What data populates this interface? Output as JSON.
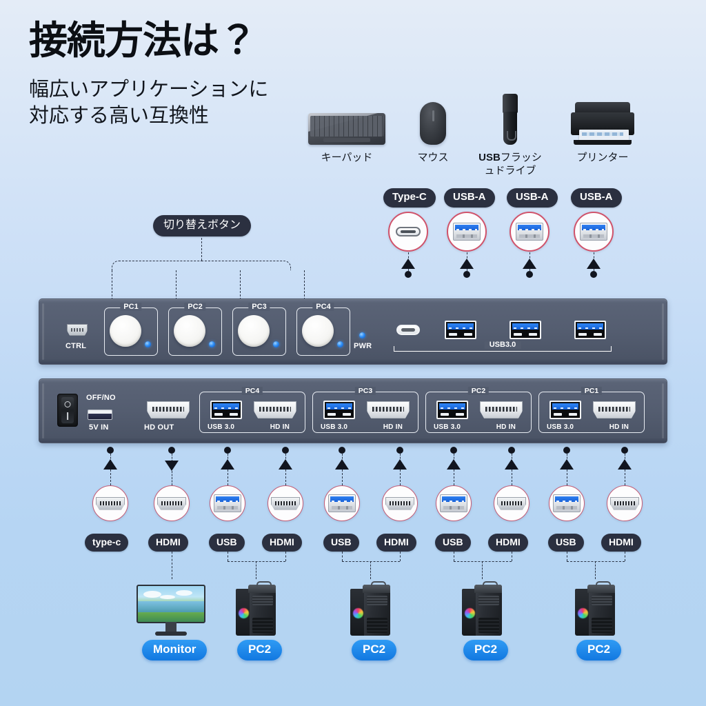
{
  "header": {
    "title": "接続方法は？",
    "subtitle": "幅広いアプリケーションに対応する高い互換性"
  },
  "peripherals": [
    {
      "name": "keypad",
      "label": "キーパッド",
      "label_bold": "",
      "icon": "keyboard-icon"
    },
    {
      "name": "mouse",
      "label": "マウス",
      "label_bold": "",
      "icon": "mouse-icon"
    },
    {
      "name": "usb-flash",
      "label": "フラッシ\nュドライブ",
      "label_bold": "USB",
      "icon": "usb-flash-drive-icon"
    },
    {
      "name": "printer",
      "label": "プリンター",
      "label_bold": "",
      "icon": "printer-icon"
    }
  ],
  "peripheral_connectors": [
    {
      "badge": "Type-C",
      "icon": "type-c-connector-icon"
    },
    {
      "badge": "USB-A",
      "icon": "usb-a-connector-icon"
    },
    {
      "badge": "USB-A",
      "icon": "usb-a-connector-icon"
    },
    {
      "badge": "USB-A",
      "icon": "usb-a-connector-icon"
    }
  ],
  "callouts": {
    "switch_button": "切り替えボタン"
  },
  "front_panel": {
    "ctrl_label": "CTRL",
    "pwr_label": "PWR",
    "usb3_label": "USB3.0",
    "pc_buttons": [
      {
        "label": "PC1"
      },
      {
        "label": "PC2"
      },
      {
        "label": "PC3"
      },
      {
        "label": "PC4"
      }
    ],
    "usb_port_count": 3,
    "typec_port": "type-c-port"
  },
  "rear_panel": {
    "power_switch_label": "OFF/NO",
    "dc_label": "5V IN",
    "hd_out_label": "HD OUT",
    "groups": [
      {
        "label": "PC4",
        "usb": "USB 3.0",
        "hdmi": "HD IN"
      },
      {
        "label": "PC3",
        "usb": "USB 3.0",
        "hdmi": "HD IN"
      },
      {
        "label": "PC2",
        "usb": "USB 3.0",
        "hdmi": "HD IN"
      },
      {
        "label": "PC1",
        "usb": "USB 3.0",
        "hdmi": "HD IN"
      }
    ]
  },
  "cable_connectors": [
    {
      "badge": "type-c",
      "icon": "hdmi-connector-icon",
      "arrow": "up"
    },
    {
      "badge": "HDMI",
      "icon": "hdmi-connector-icon",
      "arrow": "down"
    },
    {
      "badge": "USB",
      "icon": "usb-a-connector-icon",
      "arrow": "up"
    },
    {
      "badge": "HDMI",
      "icon": "hdmi-connector-icon",
      "arrow": "up"
    },
    {
      "badge": "USB",
      "icon": "usb-a-connector-icon",
      "arrow": "up"
    },
    {
      "badge": "HDMI",
      "icon": "hdmi-connector-icon",
      "arrow": "up"
    },
    {
      "badge": "USB",
      "icon": "usb-a-connector-icon",
      "arrow": "up"
    },
    {
      "badge": "HDMI",
      "icon": "hdmi-connector-icon",
      "arrow": "up"
    },
    {
      "badge": "USB",
      "icon": "usb-a-connector-icon",
      "arrow": "up"
    },
    {
      "badge": "HDMI",
      "icon": "hdmi-connector-icon",
      "arrow": "up"
    }
  ],
  "endpoints": [
    {
      "name": "monitor",
      "label": "Monitor",
      "icon": "monitor-icon"
    },
    {
      "name": "pc-a",
      "label": "PC2",
      "icon": "desktop-tower-icon"
    },
    {
      "name": "pc-b",
      "label": "PC2",
      "icon": "desktop-tower-icon"
    },
    {
      "name": "pc-c",
      "label": "PC2",
      "icon": "desktop-tower-icon"
    },
    {
      "name": "pc-d",
      "label": "PC2",
      "icon": "desktop-tower-icon"
    }
  ],
  "colors": {
    "background_top": "#e4ecf7",
    "background_bottom": "#b3d4f2",
    "chassis": "#545d70",
    "badge_dark": "#2b3040",
    "badge_blue": "#1b86ef",
    "circle_outline": "#d0536b",
    "led_blue": "#2f8ff5",
    "usb_blue": "#2d84f5"
  }
}
